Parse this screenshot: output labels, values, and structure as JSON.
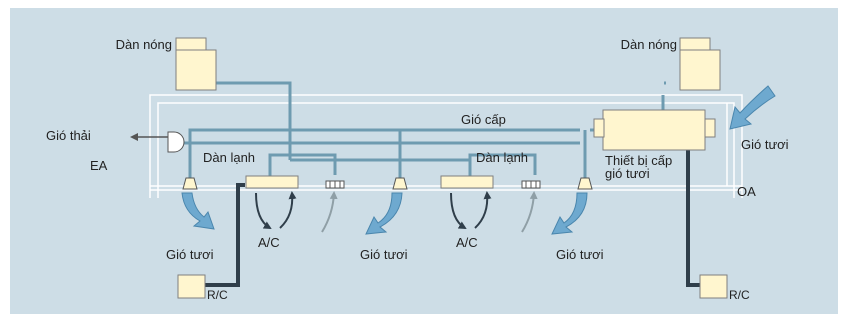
{
  "colors": {
    "background": "#cddde6",
    "pipe": "#6e9bb0",
    "pipe_dark": "#2f3e4a",
    "unit_fill": "#fff6cf",
    "unit_stroke": "#7f7f7f",
    "airflow_arrow": "#6ea9cf",
    "return_arrow": "#8f9fa6",
    "frame": "#ffffff"
  },
  "diagram": {
    "outdoor_unit_left": "Dàn nóng",
    "outdoor_unit_right": "Dàn nóng",
    "supply_air": "Gió cấp",
    "exhaust_air": "Gió thải",
    "exhaust_code": "EA",
    "indoor_unit_1": "Dàn lạnh",
    "indoor_unit_2": "Dàn lạnh",
    "fresh_air_unit_line1": "Thiết bị cấp",
    "fresh_air_unit_line2": "gió tươi",
    "fresh_air_intake": "Gió tươi",
    "outdoor_air_code": "OA",
    "fresh_air_outlet_1": "Gió tươi",
    "fresh_air_outlet_2": "Gió tươi",
    "fresh_air_outlet_3": "Gió tươi",
    "ac_label_1": "A/C",
    "ac_label_2": "A/C",
    "remote_left": "R/C",
    "remote_right": "R/C"
  },
  "icons": [
    "outdoor-unit-icon",
    "indoor-unit-icon",
    "fresh-air-unit-icon",
    "exhaust-hood-icon",
    "diffuser-icon",
    "return-grille-icon",
    "remote-controller-icon",
    "airflow-arrow-icon"
  ]
}
